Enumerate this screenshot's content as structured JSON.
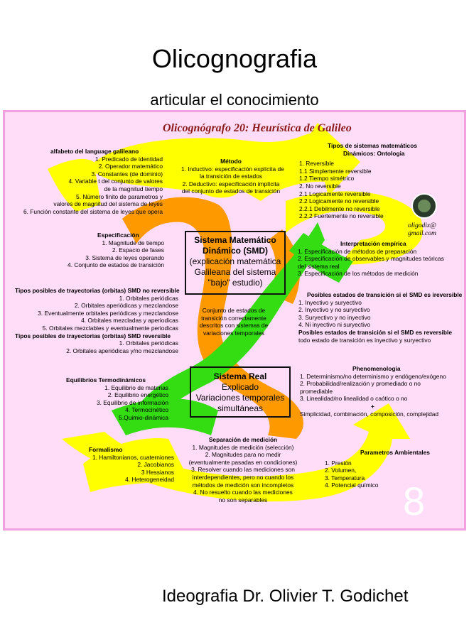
{
  "title": "Olicognografia",
  "subtitle": "articular el conocimiento",
  "footer": "Ideografia Dr. Olivier T. Godichet",
  "diagram": {
    "title": "Olicognógrafo 20: Heurística de Galileo",
    "contact": [
      "oligodix@",
      "gmail.com"
    ],
    "page_number": "8",
    "alfabeto": {
      "heading": "alfabeto del language galileano",
      "lines": [
        "1. Predicado de identidad",
        "2. Operador matemático",
        "3. Constantes (de dominio)",
        "4. Variable t del conjunto de valores",
        "de la magnitud tiempo",
        "5. Número finito de parametros y",
        "valores de magnitud del sistema de leyes",
        "6. Función constante del sistema de leyes que opera"
      ]
    },
    "metodo": {
      "heading": "Método",
      "lines": [
        "1. Inductivo: especificación explícita de",
        "la transición de estados",
        "2. Deductivo: especificación implícita",
        "del conjunto de estados de transición"
      ]
    },
    "ontologia": {
      "heading": [
        "Tipos de sistemas matemáticos",
        "Dinámicos: Ontologia"
      ],
      "lines": [
        "1. Reversible",
        "1.1 Simplemente reversible",
        "1.2 Tiempo simétrico",
        "2. No reversible",
        "2.1 Logicamente reversible",
        "2.2 Logicamente no reversible",
        "2.2.1 Debilmente no reversible",
        "2.2.2 Fuertemente no reversible"
      ]
    },
    "especificacion": {
      "heading": "Especificación",
      "lines": [
        "1. Magnitude de tiempo",
        "2. Espacio de fases",
        "3. Sistema de leyes operando",
        "4. Conjunto de estados de transición"
      ]
    },
    "smd_box": {
      "title": [
        "Sistema Matemático",
        "Dinámico (SMD)"
      ],
      "lines": [
        "(explicación matemática",
        "Galileana del sistema",
        "\"bajo\" estudio)"
      ]
    },
    "interpretacion": {
      "heading": "Interpretación empírica",
      "lines": [
        "1. Especificación de métodos de preparación",
        "2. Especificación de observables y magnitudes teóricas",
        "del sistema real",
        "3. Especificación de los métodos de medición"
      ]
    },
    "trayectorias_no_rev": {
      "heading": "Tipos posibles de trayectorias (orbitas) SMD no reversible",
      "lines": [
        "1. Orbitales periódicas",
        "2. Orbitales aperiódicas y mezclandose",
        "3. Eventualmente orbitales periódicas y mezclandose",
        "4. Orbitales mezcladas y aperiodicas",
        "5. Orbitales mezclables y eventualmente periodicas"
      ]
    },
    "trayectorias_rev": {
      "heading": "Tipos posibles de trayectorias (orbitas) SMD reversible",
      "lines": [
        "1. Orbitales periódicas",
        "2. Orbitales aperiódicas y/no mezclandose"
      ]
    },
    "conjunto": {
      "lines": [
        "Conjunto de estados de",
        "transición correctamente",
        "descritos con sistemas de",
        "variaciones temporales"
      ]
    },
    "estados_transicion": {
      "heading": "Posibles estados de transición si el SMD es ireversible",
      "lines": [
        "1. Inyectivo y suryectivo",
        "2. Inyectivo y no suryectivo",
        "3. Suryectivo y no inyectivo",
        "4. Ni inyectivo ni suryectivo"
      ],
      "heading2": "Posibles estados de transición si el SMD es reversible",
      "line2": "todo estado de transición es inyectivo y suryectivo"
    },
    "fenomenologia": {
      "heading": "Phenomenologia",
      "lines": [
        "1. Determinismo/no determinismo y endógeno/exógeno",
        "2. Probabilidad/realización y promediado o no",
        "promediable",
        "3. Linealidad/no linealidad o caótico o no",
        "+",
        "Simplicidad, combinación, composición, complejidad"
      ]
    },
    "equilibrios": {
      "heading": "Equilibrios Termodinámicos",
      "lines": [
        "1. Equilibrio de materias",
        "2. Equilibrio energético",
        "3. Equilibrio de información",
        "4. Termocinético",
        "5.Quimio-dinámica"
      ]
    },
    "sistema_real_box": {
      "title": "Sistema Real",
      "lines": [
        "Explicado",
        "Variaciones temporales",
        "simultáneas"
      ]
    },
    "formalismo": {
      "heading": "Formalismo",
      "lines": [
        "1. Hamiltonianos, cuaterniones",
        "2. Jacobianos",
        "3 Hessianos",
        "4. Heterogeneidad"
      ]
    },
    "separacion": {
      "heading": "Separación de medición",
      "lines": [
        "1. Magnitudes de medición (selección)",
        "2. Magnitudes para no medir",
        "(eventualmente pasadas en condiciones)",
        "3. Resolver cuando las mediciones son",
        "interdependientes, pero no cuando los",
        "métodos de medición son incompletos",
        "4. No resuelto cuando las mediciones",
        "no son separables"
      ]
    },
    "ambientales": {
      "heading": "Parametros Ambientales",
      "lines": [
        "1. Presión",
        "2. Volumen,",
        "3. Temperatura",
        "4. Potencial químico"
      ]
    },
    "colors": {
      "background": "#ffdcf8",
      "border": "#f2a0e0",
      "yellow": "#ffff00",
      "orange": "#ff9900",
      "green": "#33dd11",
      "title": "#8b1a1a"
    }
  }
}
